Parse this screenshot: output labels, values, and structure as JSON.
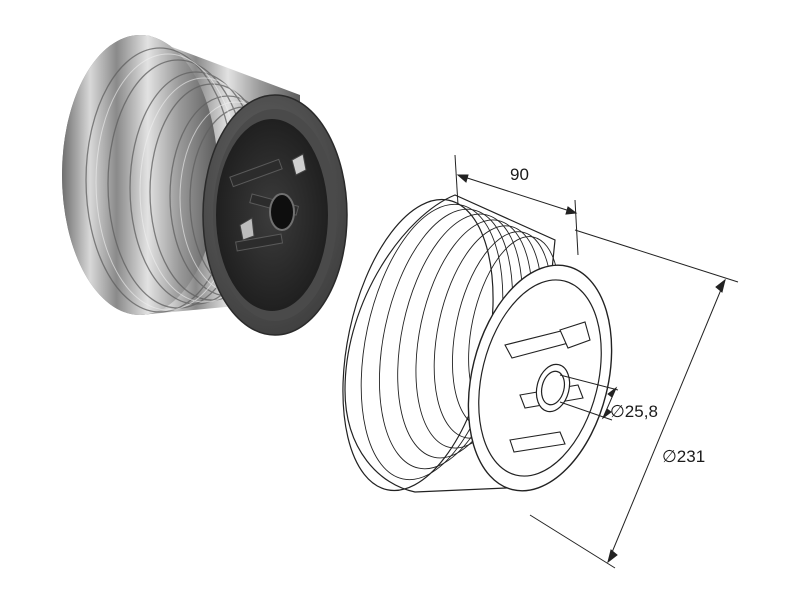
{
  "dimensions": {
    "width": "90",
    "bore": "∅25,8",
    "outer": "∅231"
  },
  "colors": {
    "drum_metal_light": "#dcdcdc",
    "drum_metal_dark": "#6e6e6e",
    "flange_plastic": "#5a5a5a",
    "flange_plastic_dark": "#2e2e2e",
    "line_art": "#222222"
  }
}
